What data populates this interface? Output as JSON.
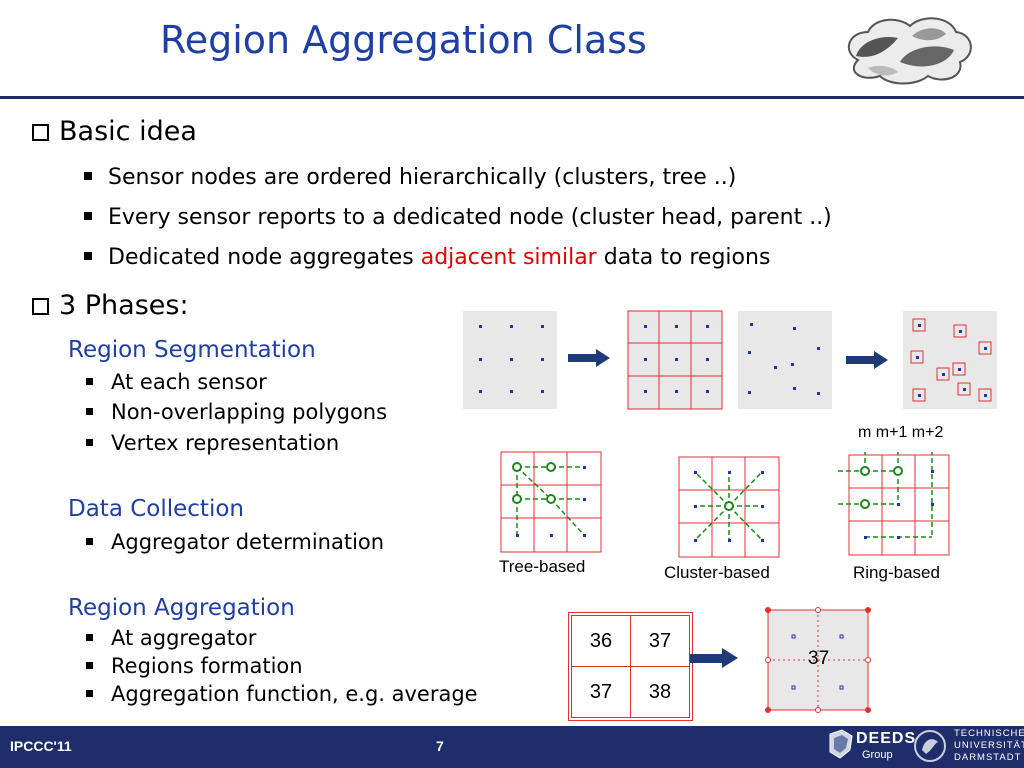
{
  "slide": {
    "title": "Region Aggregation Class",
    "footer_left": "IPCCC'11",
    "page_number": "7",
    "logo_group_text": "DEEDS",
    "logo_group_sub": "Group",
    "university": [
      "TECHNISCHE",
      "UNIVERSITÄT",
      "DARMSTADT"
    ]
  },
  "basic_idea": {
    "heading": "Basic idea",
    "items": [
      "Sensor nodes are ordered hierarchically (clusters, tree ..)",
      "Every sensor reports to a dedicated node (cluster head, parent ..)"
    ],
    "item3_prefix": "Dedicated node aggregates",
    "item3_highlight": "adjacent similar",
    "item3_suffix": "data to regions"
  },
  "phases": {
    "heading": "3 Phases:",
    "segmentation": {
      "title": "Region Segmentation",
      "items": [
        "At each sensor",
        "Non-overlapping polygons",
        "Vertex representation"
      ]
    },
    "collection": {
      "title": "Data Collection",
      "items": [
        "Aggregator determination"
      ]
    },
    "aggregation": {
      "title": "Region Aggregation",
      "items": [
        "At aggregator",
        "Regions formation",
        "Aggregation function, e.g. average"
      ]
    }
  },
  "figures": {
    "ring_labels": "m  m+1 m+2",
    "tree_caption": "Tree-based",
    "cluster_caption": "Cluster-based",
    "ring_caption": "Ring-based",
    "grid_values": [
      "36",
      "37",
      "37",
      "38"
    ],
    "aggregate_value": "37"
  },
  "colors": {
    "title_blue": "#1f3fa3",
    "footer_navy": "#1f2d6b",
    "highlight_red": "#e00000",
    "grid_red": "#e03030",
    "node_blue": "#2233aa",
    "path_green": "#1a8a1a"
  }
}
